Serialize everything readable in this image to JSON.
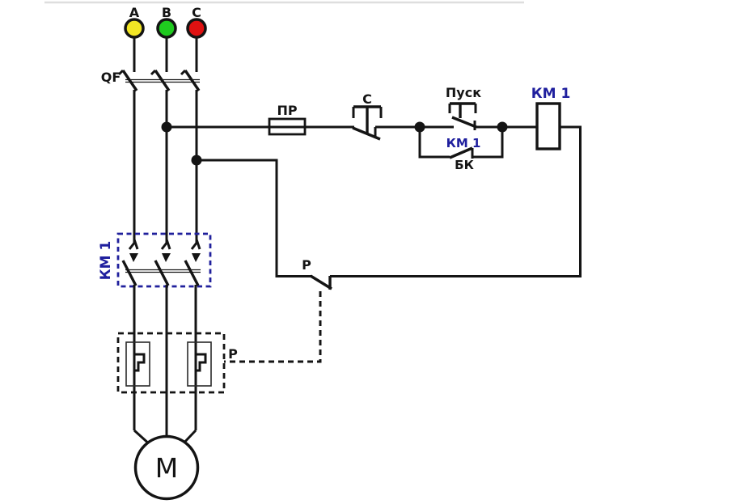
{
  "colors": {
    "accent_blue": "#1f1f9e",
    "wire": "#141414",
    "lamp_yellow": "#f2e625",
    "lamp_green": "#1fca1f",
    "lamp_red": "#df1111"
  },
  "lamps": [
    {
      "label": "A",
      "color": "#f2e625"
    },
    {
      "label": "B",
      "color": "#1fca1f"
    },
    {
      "label": "C",
      "color": "#df1111"
    }
  ],
  "components": {
    "breaker": {
      "label": "QF"
    },
    "fuse": {
      "label": "ПР"
    },
    "stop_button": {
      "label": "С"
    },
    "start_button": {
      "label": "Пуск"
    },
    "aux_contact": {
      "label": "КМ 1",
      "sublabel": "БК"
    },
    "coil": {
      "label": "КМ 1"
    },
    "main_contacts": {
      "label": "КМ 1"
    },
    "thermal_contact": {
      "label": "Р"
    },
    "thermal_relay": {
      "label": "Р"
    },
    "motor": {
      "label": "М"
    }
  }
}
